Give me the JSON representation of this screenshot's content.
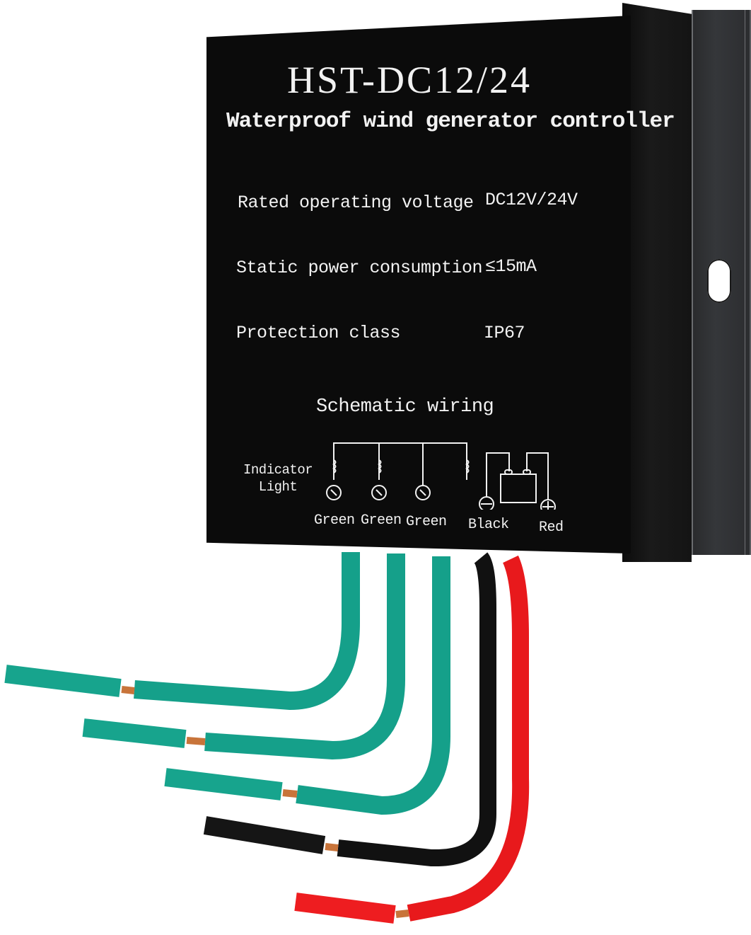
{
  "product": {
    "model": "HST-DC12/24",
    "subtitle": "Waterproof wind generator controller",
    "specs": [
      {
        "label": "Rated operating voltage",
        "value": "DC12V/24V"
      },
      {
        "label": "Static power consumption",
        "value": "≤15mA"
      },
      {
        "label": "Protection class",
        "value": "IP67"
      }
    ],
    "schematic": {
      "title": "Schematic wiring",
      "indicator_label_line1": "Indicator",
      "indicator_label_line2": "Light",
      "wires": [
        {
          "label": "Green",
          "color": "#15a08a"
        },
        {
          "label": "Green",
          "color": "#15a08a"
        },
        {
          "label": "Green",
          "color": "#15a08a"
        },
        {
          "label": "Black",
          "color": "#111111"
        },
        {
          "label": "Red",
          "color": "#e8191c"
        }
      ]
    }
  },
  "colors": {
    "panel": "#0b0b0b",
    "text": "#f2f2f2",
    "green_wire": "#15a08a",
    "black_wire": "#111111",
    "red_wire": "#e8191c",
    "copper": "#c8743a",
    "background": "#ffffff"
  }
}
